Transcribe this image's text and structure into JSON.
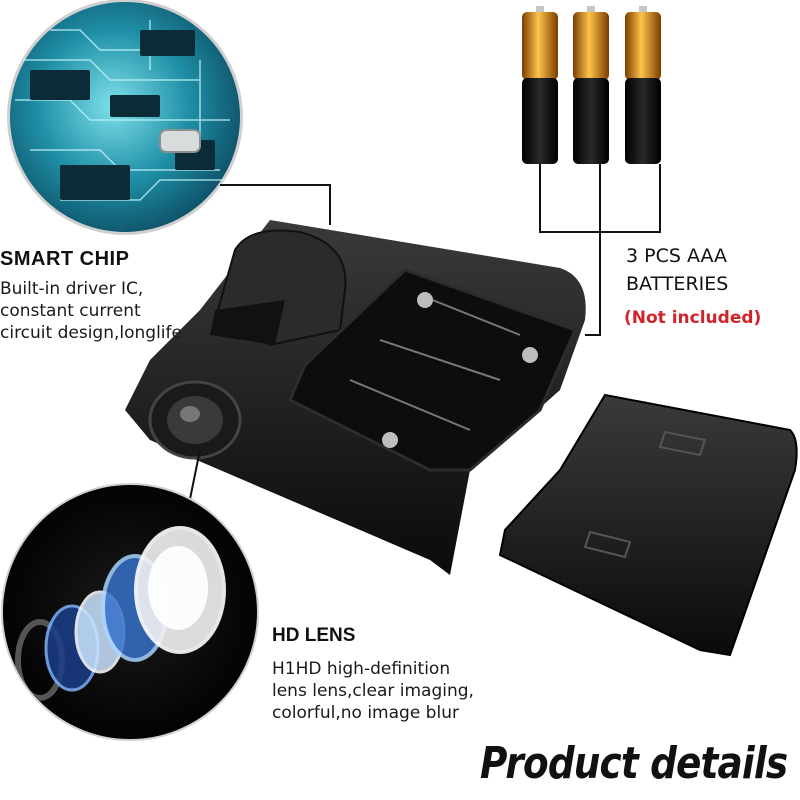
{
  "chip": {
    "title": "SMART CHIP",
    "lines": [
      "Built-in driver IC,",
      "constant current",
      "circuit design,longlife"
    ]
  },
  "batteries": {
    "title_line1": "3 PCS AAA",
    "title_line2": "BATTERIES",
    "note": "(Not included)"
  },
  "lens": {
    "title": "HD LENS",
    "lines": [
      "H1HD high-definition",
      "lens lens,clear imaging,",
      "colorful,no image blur"
    ]
  },
  "footer": {
    "label": "Product details"
  },
  "colors": {
    "accent_red": "#d2232a",
    "battery_gold": "#e39a1a",
    "device_black": "#141414",
    "pcb_teal": "#2aa3b4"
  }
}
